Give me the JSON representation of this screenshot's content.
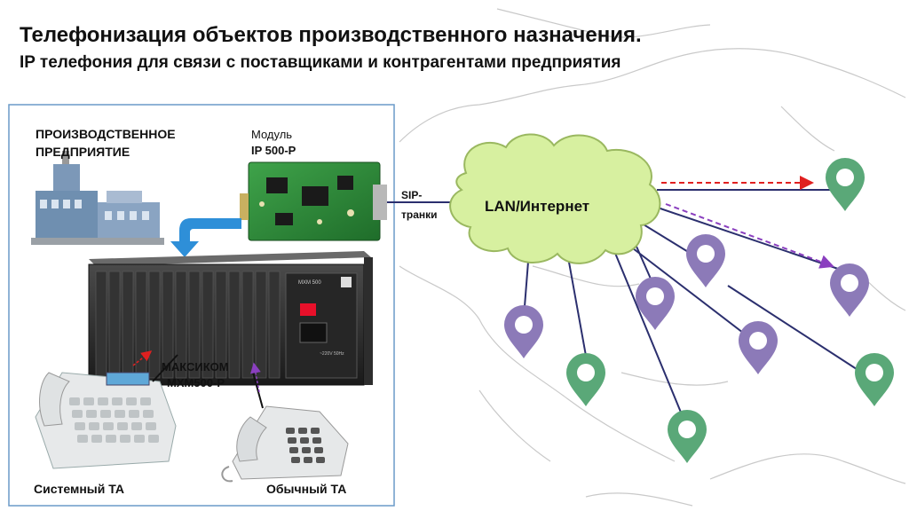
{
  "header": {
    "title": "Телефонизация объектов производственного назначения.",
    "subtitle": "IP телефония для связи с поставщиками и контрагентами предприятия"
  },
  "enterprise": {
    "line1": "ПРОИЗВОДСТВЕННОЕ",
    "line2": "ПРЕДПРИЯТИЕ"
  },
  "module": {
    "line1": "Модуль",
    "line2": "IP 500-P"
  },
  "sip": {
    "line1": "SIP-",
    "line2": "транки"
  },
  "cloud": {
    "label": "LAN/Интернет"
  },
  "pbx": {
    "line1": "МАКСИКОМ",
    "line2": "MXM500-P",
    "panel_text": "MXM 500",
    "psu_text": "~220V 50Hz"
  },
  "phones": {
    "system": "Системный ТА",
    "regular": "Обычный ТА"
  },
  "colors": {
    "connector": "#2b2f6e",
    "dashed_red": "#e02020",
    "dashed_purple": "#8a3fbf",
    "pin_green": "#5aa878",
    "pin_purple": "#8c7ab8",
    "cloud_fill": "#d7f0a0",
    "arrow_blue": "#2e8fd8"
  }
}
